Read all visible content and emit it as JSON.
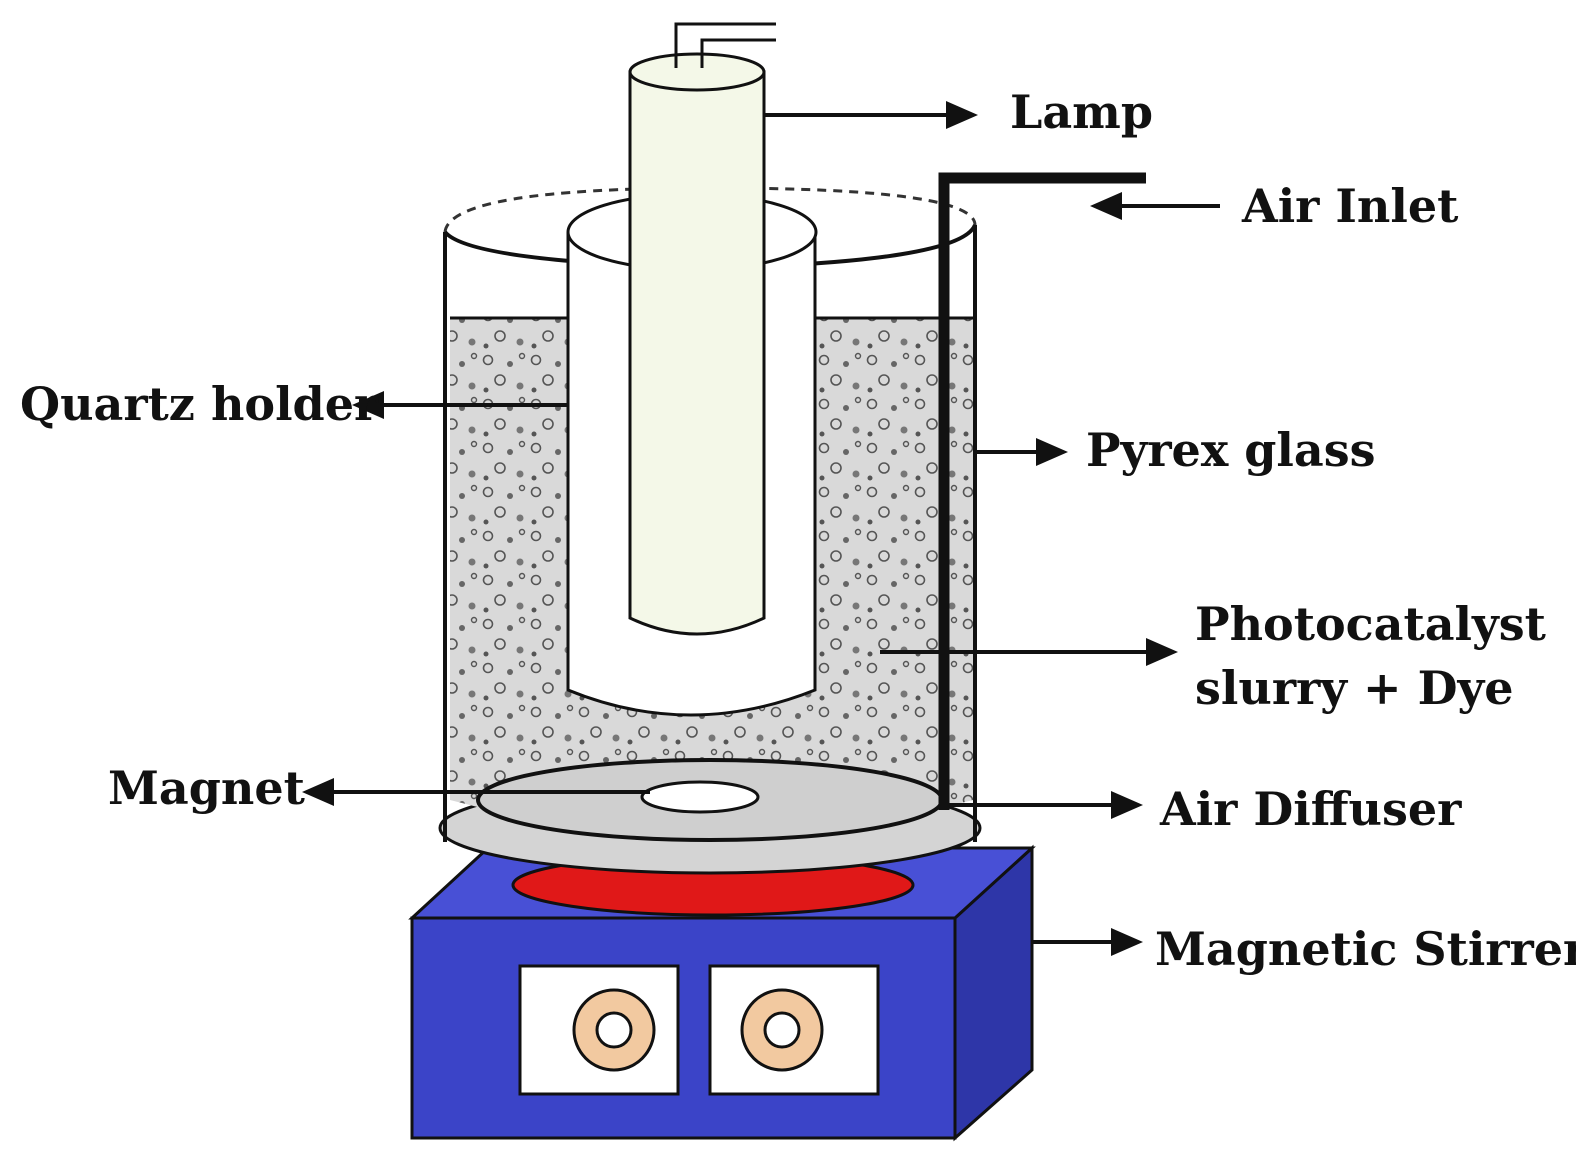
{
  "labels": {
    "lamp": "Lamp",
    "air_inlet": "Air Inlet",
    "quartz_holder": "Quartz holder",
    "pyrex_glass": "Pyrex glass",
    "photocatalyst_line1": "Photocatalyst",
    "photocatalyst_line2": "slurry + Dye",
    "magnet": "Magnet",
    "air_diffuser": "Air Diffuser",
    "magnetic_stirrer": "Magnetic Stirrer"
  },
  "colors": {
    "stirrer_body": "#3b44c8",
    "heater_plate": "#e01818",
    "knob": "#f2c9a0",
    "slurry": "#d9d9d9",
    "lamp": "#f4f8e8",
    "outline": "#111111"
  },
  "icons": {
    "knob_left": "knob-icon",
    "knob_right": "knob-icon"
  }
}
